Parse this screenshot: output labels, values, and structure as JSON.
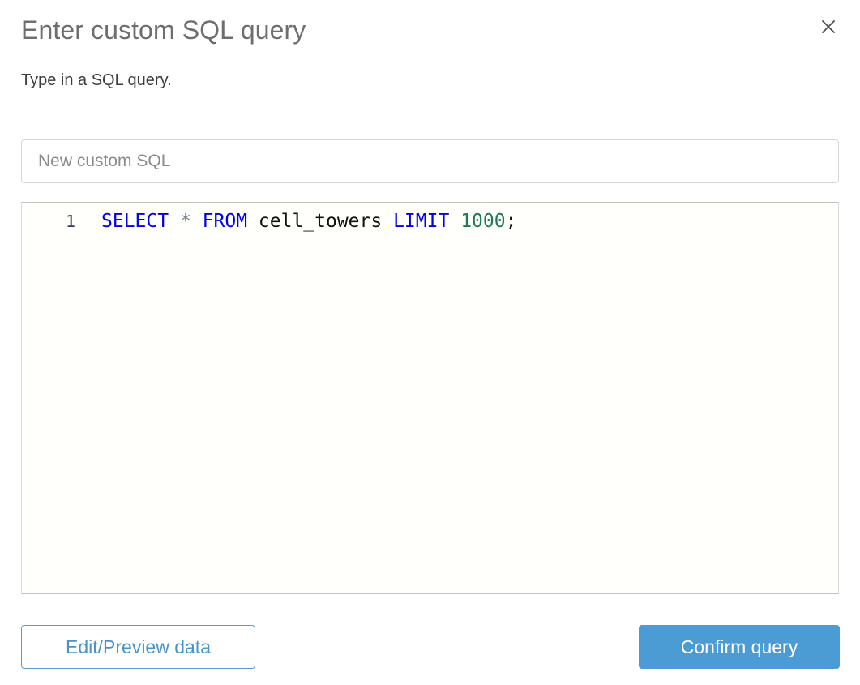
{
  "dialog": {
    "title": "Enter custom SQL query",
    "subtitle": "Type in a SQL query.",
    "close_icon": "close-icon"
  },
  "name_field": {
    "value": "",
    "placeholder": "New custom SQL"
  },
  "editor": {
    "line_number": "1",
    "query": "SELECT * FROM cell_towers LIMIT 1000;",
    "tokens": {
      "kw_select": "SELECT",
      "space1": " ",
      "star": "*",
      "space2": " ",
      "kw_from": "FROM",
      "space3": " ",
      "table": " cell_towers ",
      "kw_limit": "LIMIT",
      "space4": " ",
      "number": "1000",
      "semicolon": ";"
    },
    "colors": {
      "keyword": "#0000ee",
      "star": "#6d7e8e",
      "identifier": "#111111",
      "number": "#1f7a55",
      "punctuation": "#000000",
      "background": "#fffffb"
    }
  },
  "footer": {
    "secondary_label": "Edit/Preview data",
    "primary_label": "Confirm query",
    "primary_color": "#4b9bd4",
    "secondary_color": "#4a93c9"
  }
}
